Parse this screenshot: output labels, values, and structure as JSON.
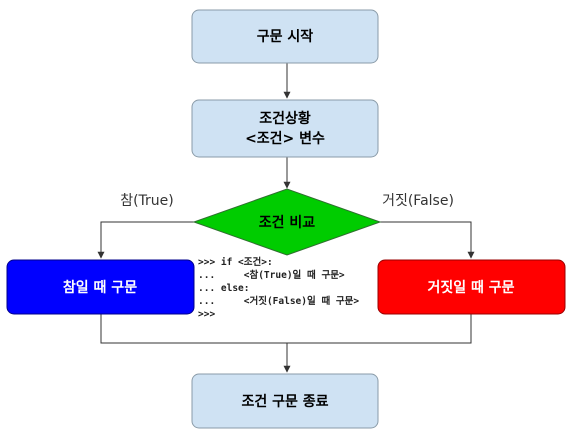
{
  "flowchart": {
    "start": "구문 시작",
    "condition_line1": "조건상황",
    "condition_line2": "<조건> 변수",
    "decision": "조건 비교",
    "true_label": "참(True)",
    "false_label": "거짓(False)",
    "true_box": "참일 때 구문",
    "false_box": "거짓일 때 구문",
    "end": "조건 구문 종료"
  },
  "code": {
    "line1": ">>> if <조건>:",
    "line2": "...     <참(True)일 때 구문>",
    "line3": "... else:",
    "line4": "...     <거짓(False)일 때 구문>",
    "line5": ">>>"
  },
  "colors": {
    "process_fill": "#cfe2f3",
    "decision_fill": "#00cc00",
    "true_fill": "#0000ff",
    "false_fill": "#ff0000",
    "line": "#333333"
  }
}
